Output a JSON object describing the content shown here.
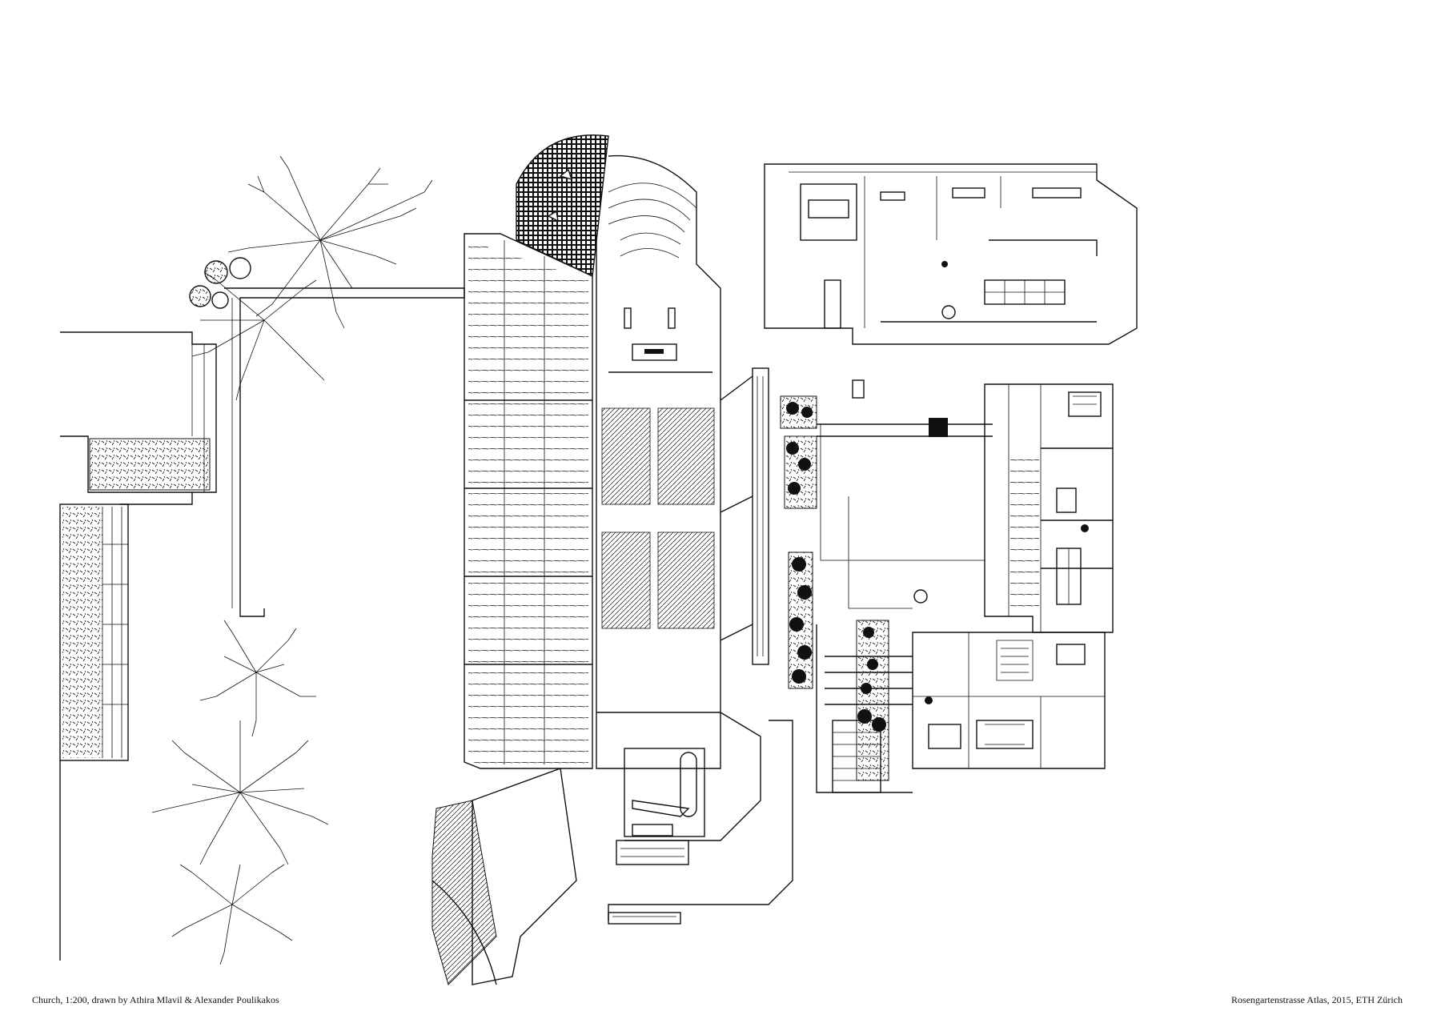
{
  "captions": {
    "left": "Church, 1:200, drawn by Athira Mlavil & Alexander Poulikakos",
    "right": "Rosengartenstrasse Atlas, 2015, ETH Zürich"
  },
  "colors": {
    "ink": "#111111",
    "paper": "#ffffff"
  },
  "drawing": {
    "type": "architectural-axonometric-plan",
    "seating": {
      "blocks": 4
    },
    "trees": 5
  }
}
